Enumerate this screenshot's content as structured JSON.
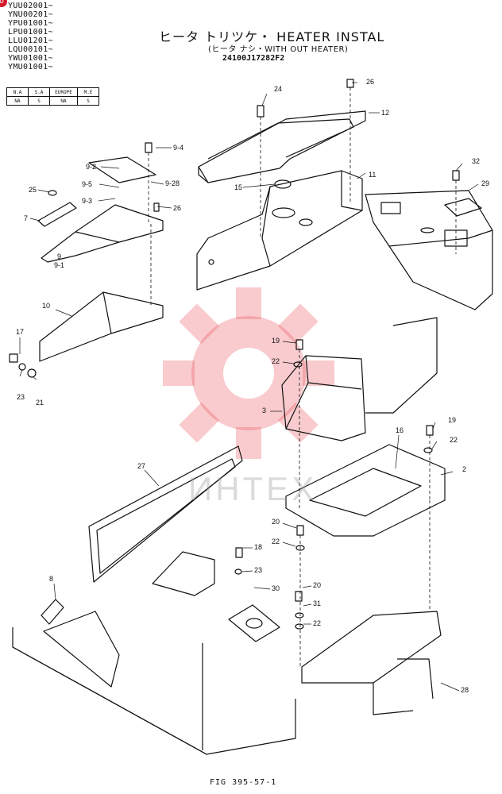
{
  "serials": [
    "YUU02001~",
    "YNU00201~",
    "YPU01001~",
    "LPU01001~",
    "LLU01201~",
    "LQU00101~",
    "YWU01001~",
    "YMU01001~"
  ],
  "badge": "0",
  "regions": {
    "headers": [
      "N.A",
      "S.A",
      "EUROPE",
      "M.E"
    ],
    "values": [
      "NA",
      "S",
      "NA",
      "S"
    ]
  },
  "title": {
    "main": "ヒータ トリツケ・ HEATER INSTAL",
    "sub": "(ヒータ ナシ・WITH OUT HEATER)",
    "part_number": "24100J17282F2"
  },
  "callouts": {
    "c9_4": "9-4",
    "c9_2": "9-2",
    "c9_5": "9-5",
    "c9_28": "9-28",
    "c9_3": "9-3",
    "c25": "25",
    "c26a": "26",
    "c7": "7",
    "c9": "9",
    "c9_1": "9-1",
    "c10": "10",
    "c17": "17",
    "c23a": "23",
    "c21": "21",
    "c24": "24",
    "c26b": "26",
    "c12": "12",
    "c11": "11",
    "c15": "15",
    "c32": "32",
    "c29": "29",
    "c19a": "19",
    "c22a": "22",
    "c3": "3",
    "c16": "16",
    "c19b": "19",
    "c22b": "22",
    "c2": "2",
    "c27": "27",
    "c20a": "20",
    "c22c": "22",
    "c18": "18",
    "c23b": "23",
    "c30": "30",
    "c8": "8",
    "c20b": "20",
    "c31": "31",
    "c22d": "22",
    "c28": "28"
  },
  "watermark": "ИНТЕХ",
  "figure_label": "FIG 395-57-1"
}
